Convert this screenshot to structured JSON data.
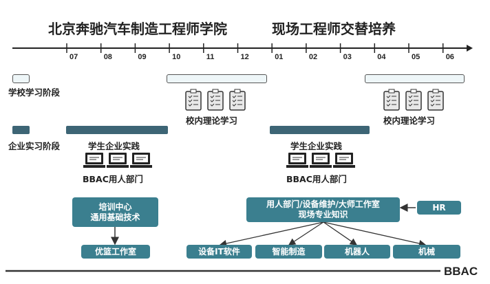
{
  "header": {
    "left_title": "北京奔驰汽车制造工程师学院",
    "right_title": "现场工程师交替培养"
  },
  "timeline": {
    "months": [
      "07",
      "08",
      "09",
      "10",
      "11",
      "12",
      "01",
      "02",
      "03",
      "04",
      "05",
      "06"
    ]
  },
  "legend": {
    "school_phase": "学校学习阶段",
    "enterprise_phase": "企业实习阶段"
  },
  "school_theory": {
    "label1": "校内理论学习",
    "label2": "校内理论学习"
  },
  "enterprise": {
    "practice1": "学生企业实践",
    "dept1": "BBAC用人部门",
    "practice2": "学生企业实践",
    "dept2": "BBAC用人部门"
  },
  "boxes": {
    "training_line1": "培训中心",
    "training_line2": "通用基础技术",
    "youlan": "优篮工作室",
    "main_line1": "用人部门/设备维护/大师工作室",
    "main_line2": "现场专业知识",
    "hr": "HR",
    "children": [
      "设备IT软件",
      "智能制造",
      "机器人",
      "机械"
    ]
  },
  "footer": {
    "brand": "BBAC"
  },
  "colors": {
    "teal": "#3b7f8f",
    "dark_bar": "#3d6575",
    "light_bar": "#eef6f8"
  }
}
